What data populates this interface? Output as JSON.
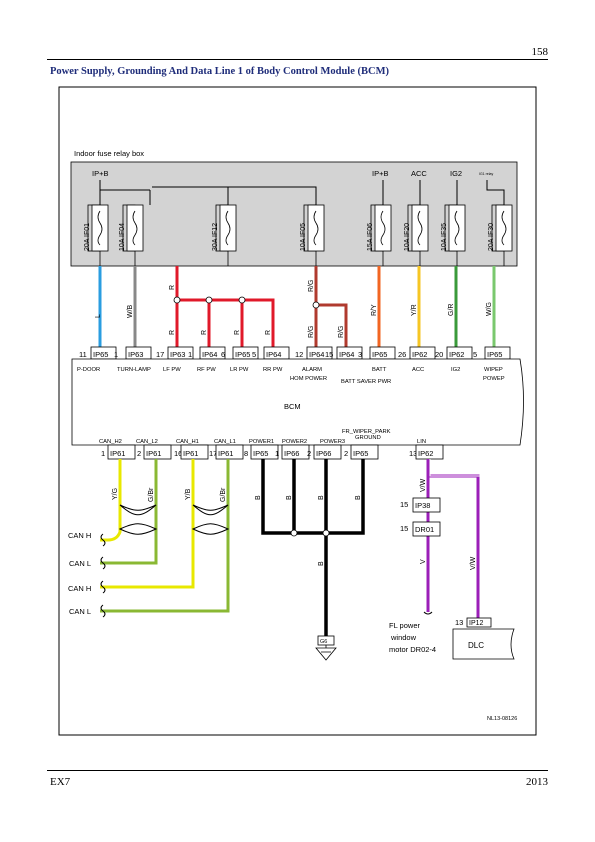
{
  "page_number": "158",
  "title": "Power Supply, Grounding And Data Line 1 of Body Control Module (BCM)",
  "footer": {
    "model": "EX7",
    "year": "2013"
  },
  "fuse_box_label": "Indoor fuse relay box",
  "fuse_box_power": {
    "ip_b_left": "IP+B",
    "ip_b_right": "IP+B",
    "acc": "ACC",
    "ig2": "IG2",
    "ig1_relay": "IG1 relay"
  },
  "fuses": [
    {
      "label": "20A  IF01"
    },
    {
      "label": "10A  IF04"
    },
    {
      "label": "30A  IF12"
    },
    {
      "label": "10A  IF05"
    },
    {
      "label": "15A  IF06"
    },
    {
      "label": "10A  IF20"
    },
    {
      "label": "10A  IF35"
    },
    {
      "label": "20A  IF30"
    }
  ],
  "wire_colors": {
    "l": "L",
    "wb": "W/B",
    "r": "R",
    "rg": "R/G",
    "ry": "R/Y",
    "yr": "Y/R",
    "gr": "G/R",
    "wg": "W/G",
    "yg": "Y/G",
    "gbr": "G/Br",
    "yb": "Y/B",
    "b": "B",
    "vw": "V/W",
    "v": "V"
  },
  "top_pins": [
    {
      "num": "11",
      "conn": "IP65"
    },
    {
      "num": "1",
      "conn": "IP63"
    },
    {
      "num": "17",
      "conn": "IP63"
    },
    {
      "num": "1",
      "conn": "IP64"
    },
    {
      "num": "6",
      "conn": "IP65"
    },
    {
      "num": "5",
      "conn": "IP64"
    },
    {
      "num": "12",
      "conn": "IP64"
    },
    {
      "num": "15",
      "conn": "IP64"
    },
    {
      "num": "3",
      "conn": "IP65"
    },
    {
      "num": "26",
      "conn": "IP62"
    },
    {
      "num": "20",
      "conn": "IP62"
    },
    {
      "num": "5",
      "conn": "IP65"
    }
  ],
  "top_functions": [
    "P-DOOR",
    "TURN-LAMP",
    "LF PW",
    "RF PW",
    "LR PW",
    "RR PW",
    "ALARM",
    "HOM POWER",
    "BATT SAVER PWR",
    "BATT",
    "ACC",
    "IG2",
    "WIPEP",
    "POWEP"
  ],
  "bcm_label": "BCM",
  "bottom_functions": [
    "CAN_H2",
    "CAN_L2",
    "CAN_H1",
    "CAN_L1",
    "POWER1",
    "POWER2",
    "POWER3",
    "FR_WIPER_PARK",
    "GROUND",
    "LIN"
  ],
  "bottom_pins": [
    {
      "num": "1",
      "conn": "IP61"
    },
    {
      "num": "2",
      "conn": "IP61"
    },
    {
      "num": "16",
      "conn": "IP61"
    },
    {
      "num": "17",
      "conn": "IP61"
    },
    {
      "num": "8",
      "conn": "IP65"
    },
    {
      "num": "1",
      "conn": "IP66"
    },
    {
      "num": "2",
      "conn": "IP66"
    },
    {
      "num": "2",
      "conn": "IP65"
    },
    {
      "num": "13",
      "conn": "IP62"
    }
  ],
  "can_labels": [
    "CAN H",
    "CAN L",
    "CAN H",
    "CAN L"
  ],
  "ground_label": "G6",
  "lin_connectors": [
    {
      "num": "15",
      "conn": "IP38"
    },
    {
      "num": "15",
      "conn": "DR01"
    }
  ],
  "fl_motor": {
    "line1": "FL power",
    "line2": "window",
    "line3": "motor DR02-4"
  },
  "dlc": {
    "num": "13",
    "conn": "IP12",
    "label": "DLC"
  },
  "diagram_code": "NL13-08126",
  "colors": {
    "blue": "#2a9de0",
    "gray": "#777777",
    "red": "#e0192a",
    "brown": "#b03a2e",
    "orange": "#f26522",
    "yellow": "#f6c624",
    "green": "#3a9a3a",
    "lightgreen": "#7ac86e",
    "canyellow": "#e8e800",
    "cangreen": "#8ab833",
    "purple": "#9b1fb8",
    "black": "#000000",
    "fusebox": "#d3d3d3"
  }
}
